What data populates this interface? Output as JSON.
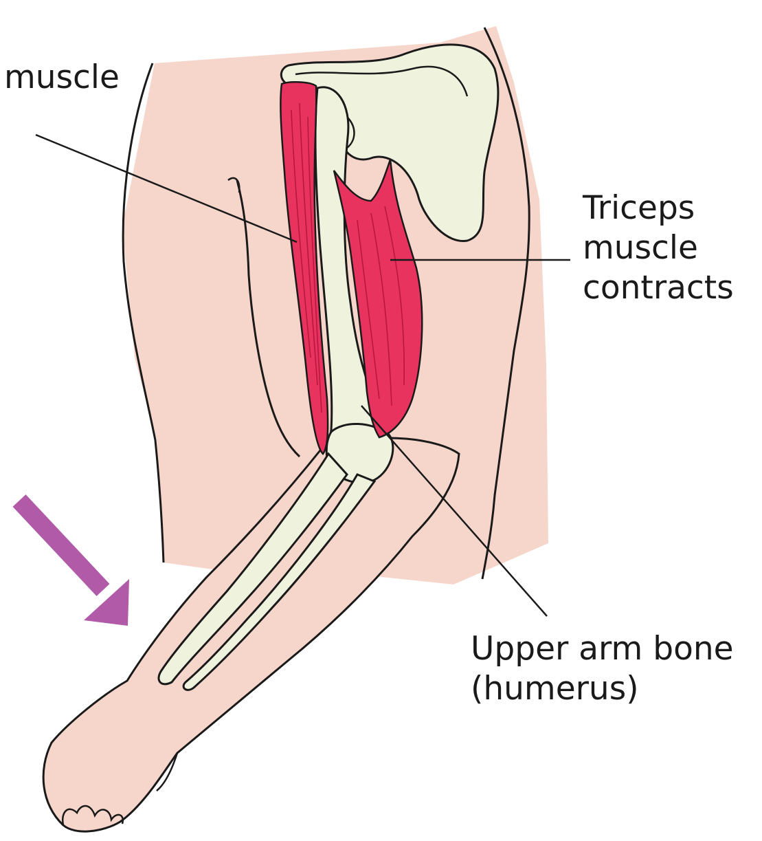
{
  "colors": {
    "skin": "#f6d6cb",
    "skin_outline": "#1a1a1a",
    "bone": "#eff3de",
    "muscle": "#e8335e",
    "muscle_streak": "#b8173f",
    "arrow": "#b05aa8",
    "text": "#1a1a1a"
  },
  "labels": {
    "biceps": {
      "line1": "muscle"
    },
    "triceps": {
      "line1": "Triceps",
      "line2": "muscle",
      "line3": "contracts"
    },
    "humerus": {
      "line1": "Upper arm bone",
      "line2": "(humerus)"
    }
  },
  "icons": {
    "movement_arrow": "arrow-down-right-icon"
  }
}
